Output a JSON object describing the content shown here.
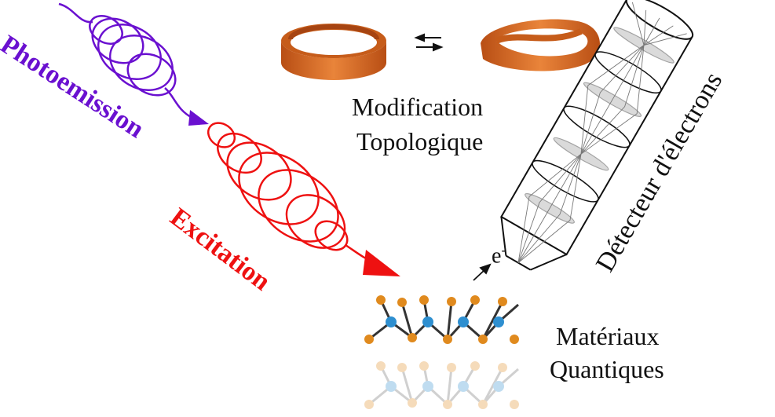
{
  "labels": {
    "photoemission": "Photoemission",
    "excitation": "Excitation",
    "topology_line1": "Modification",
    "topology_line2": "Topologique",
    "detector": "Détecteur d'électrons",
    "materials_line1": "Matériaux",
    "materials_line2": "Quantiques",
    "electron": "e",
    "electron_sup": "-"
  },
  "colors": {
    "photoemission": "#6a10d0",
    "excitation": "#ee1111",
    "ring": "#d9661f",
    "atom_orange": "#e08a1e",
    "atom_blue": "#2e8fd0",
    "detector_lens": "#bdbdbd"
  }
}
